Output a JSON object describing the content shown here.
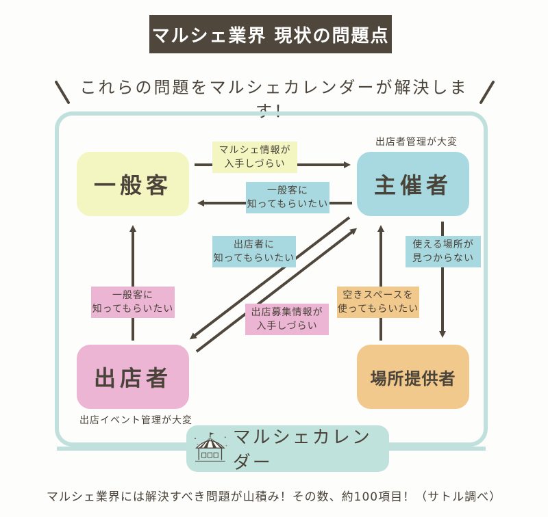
{
  "header": {
    "title": "マルシェ業界 現状の問題点",
    "subtitle": "これらの問題をマルシェカレンダーが解決します！"
  },
  "nodes": {
    "general_customer": "一般客",
    "organizer": "主催者",
    "exhibitor": "出店者",
    "space_provider": "場所提供者"
  },
  "notes": {
    "organizer": "出店者管理が大変",
    "exhibitor": "出店イベント管理が大変"
  },
  "edges": [
    {
      "from": "一般客",
      "to": "主催者",
      "label": "マルシェ情報が\n入手しづらい",
      "color": "#f4f6c2"
    },
    {
      "from": "主催者",
      "to": "一般客",
      "label": "一般客に\n知ってもらいたい",
      "color": "#a9d9e0"
    },
    {
      "from": "主催者",
      "to": "出店者",
      "label": "出店者に\n知ってもらいたい",
      "color": "#a9d9e0"
    },
    {
      "from": "出店者",
      "to": "主催者",
      "label": "出店募集情報が\n入手しづらい",
      "color": "#ebb5d3"
    },
    {
      "from": "出店者",
      "to": "一般客",
      "label": "一般客に\n知ってもらいたい",
      "color": "#ebb5d3"
    },
    {
      "from": "主催者",
      "to": "場所提供者",
      "label": "使える場所が\n見つからない",
      "color": "#a9d9e0"
    },
    {
      "from": "場所提供者",
      "to": "主催者",
      "label": "空きスペースを\n使ってもらいたい",
      "color": "#f2c98c"
    }
  ],
  "brand": {
    "name": "マルシェカレンダー",
    "icon": "tent-logo-icon"
  },
  "footer": "マルシェ業界には解決すべき問題が山積み！その数、約100項目！（サトル調べ）",
  "colors": {
    "title_bg": "#4f463c",
    "frame": "#bfe0dc",
    "general_customer": "#f4f6c2",
    "organizer": "#a9d9e0",
    "exhibitor": "#ebb5d3",
    "space_provider": "#f2c98c",
    "arrow": "#4f463c"
  }
}
